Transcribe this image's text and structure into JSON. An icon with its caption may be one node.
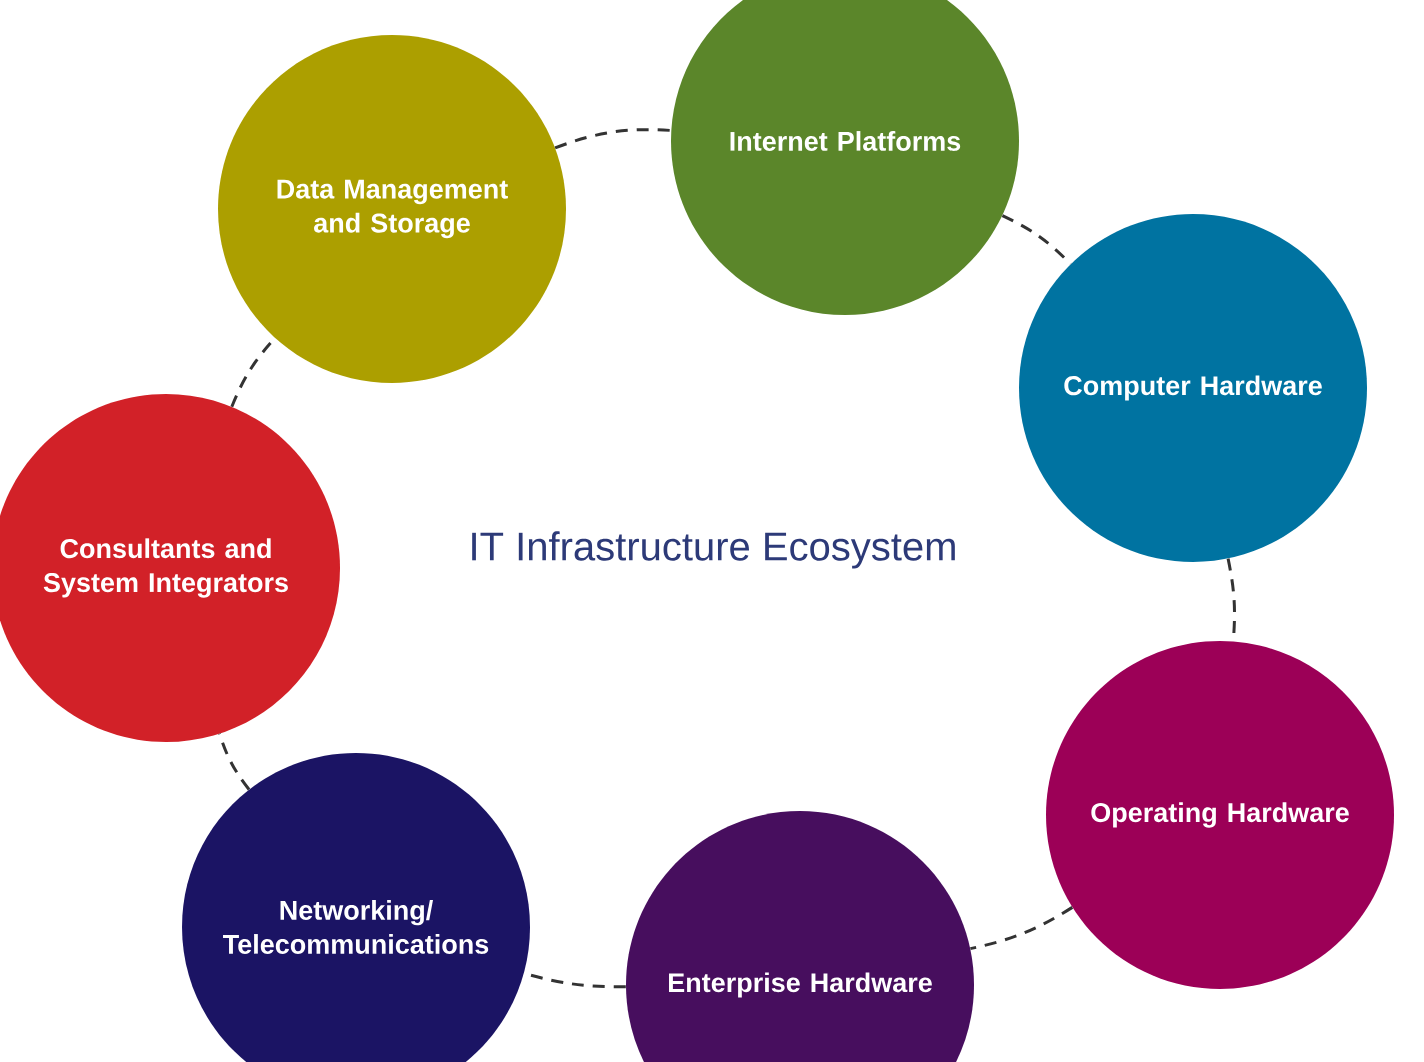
{
  "diagram": {
    "title": "IT Infrastructure Ecosystem",
    "nodes": [
      {
        "text": [
          "Data Management and Storage"
        ]
      },
      {
        "text": [
          "Internet Platforms"
        ]
      },
      {
        "text": [
          "Computer Hardware"
        ]
      },
      {
        "text": [
          "Operating Hardware"
        ]
      },
      {
        "text": [
          "Enterprise Hardware"
        ]
      },
      {
        "text": [
          "Networking/ Telecommunications"
        ]
      },
      {
        "text": [
          "Consultants and System Integrators"
        ]
      }
    ],
    "edges": [
      {
        "from": 0,
        "to": 1,
        "arrow": "none",
        "style": "dashed"
      },
      {
        "from": 1,
        "to": 2,
        "arrow": "none",
        "style": "dashed"
      },
      {
        "from": 2,
        "to": 3,
        "arrow": "none",
        "style": "dashed"
      },
      {
        "from": 3,
        "to": 4,
        "arrow": "none",
        "style": "dashed"
      },
      {
        "from": 4,
        "to": 5,
        "arrow": "none",
        "style": "dashed"
      },
      {
        "from": 5,
        "to": 6,
        "arrow": "none",
        "style": "dashed"
      },
      {
        "from": 6,
        "to": 0,
        "arrow": "none",
        "style": "dashed"
      }
    ]
  }
}
